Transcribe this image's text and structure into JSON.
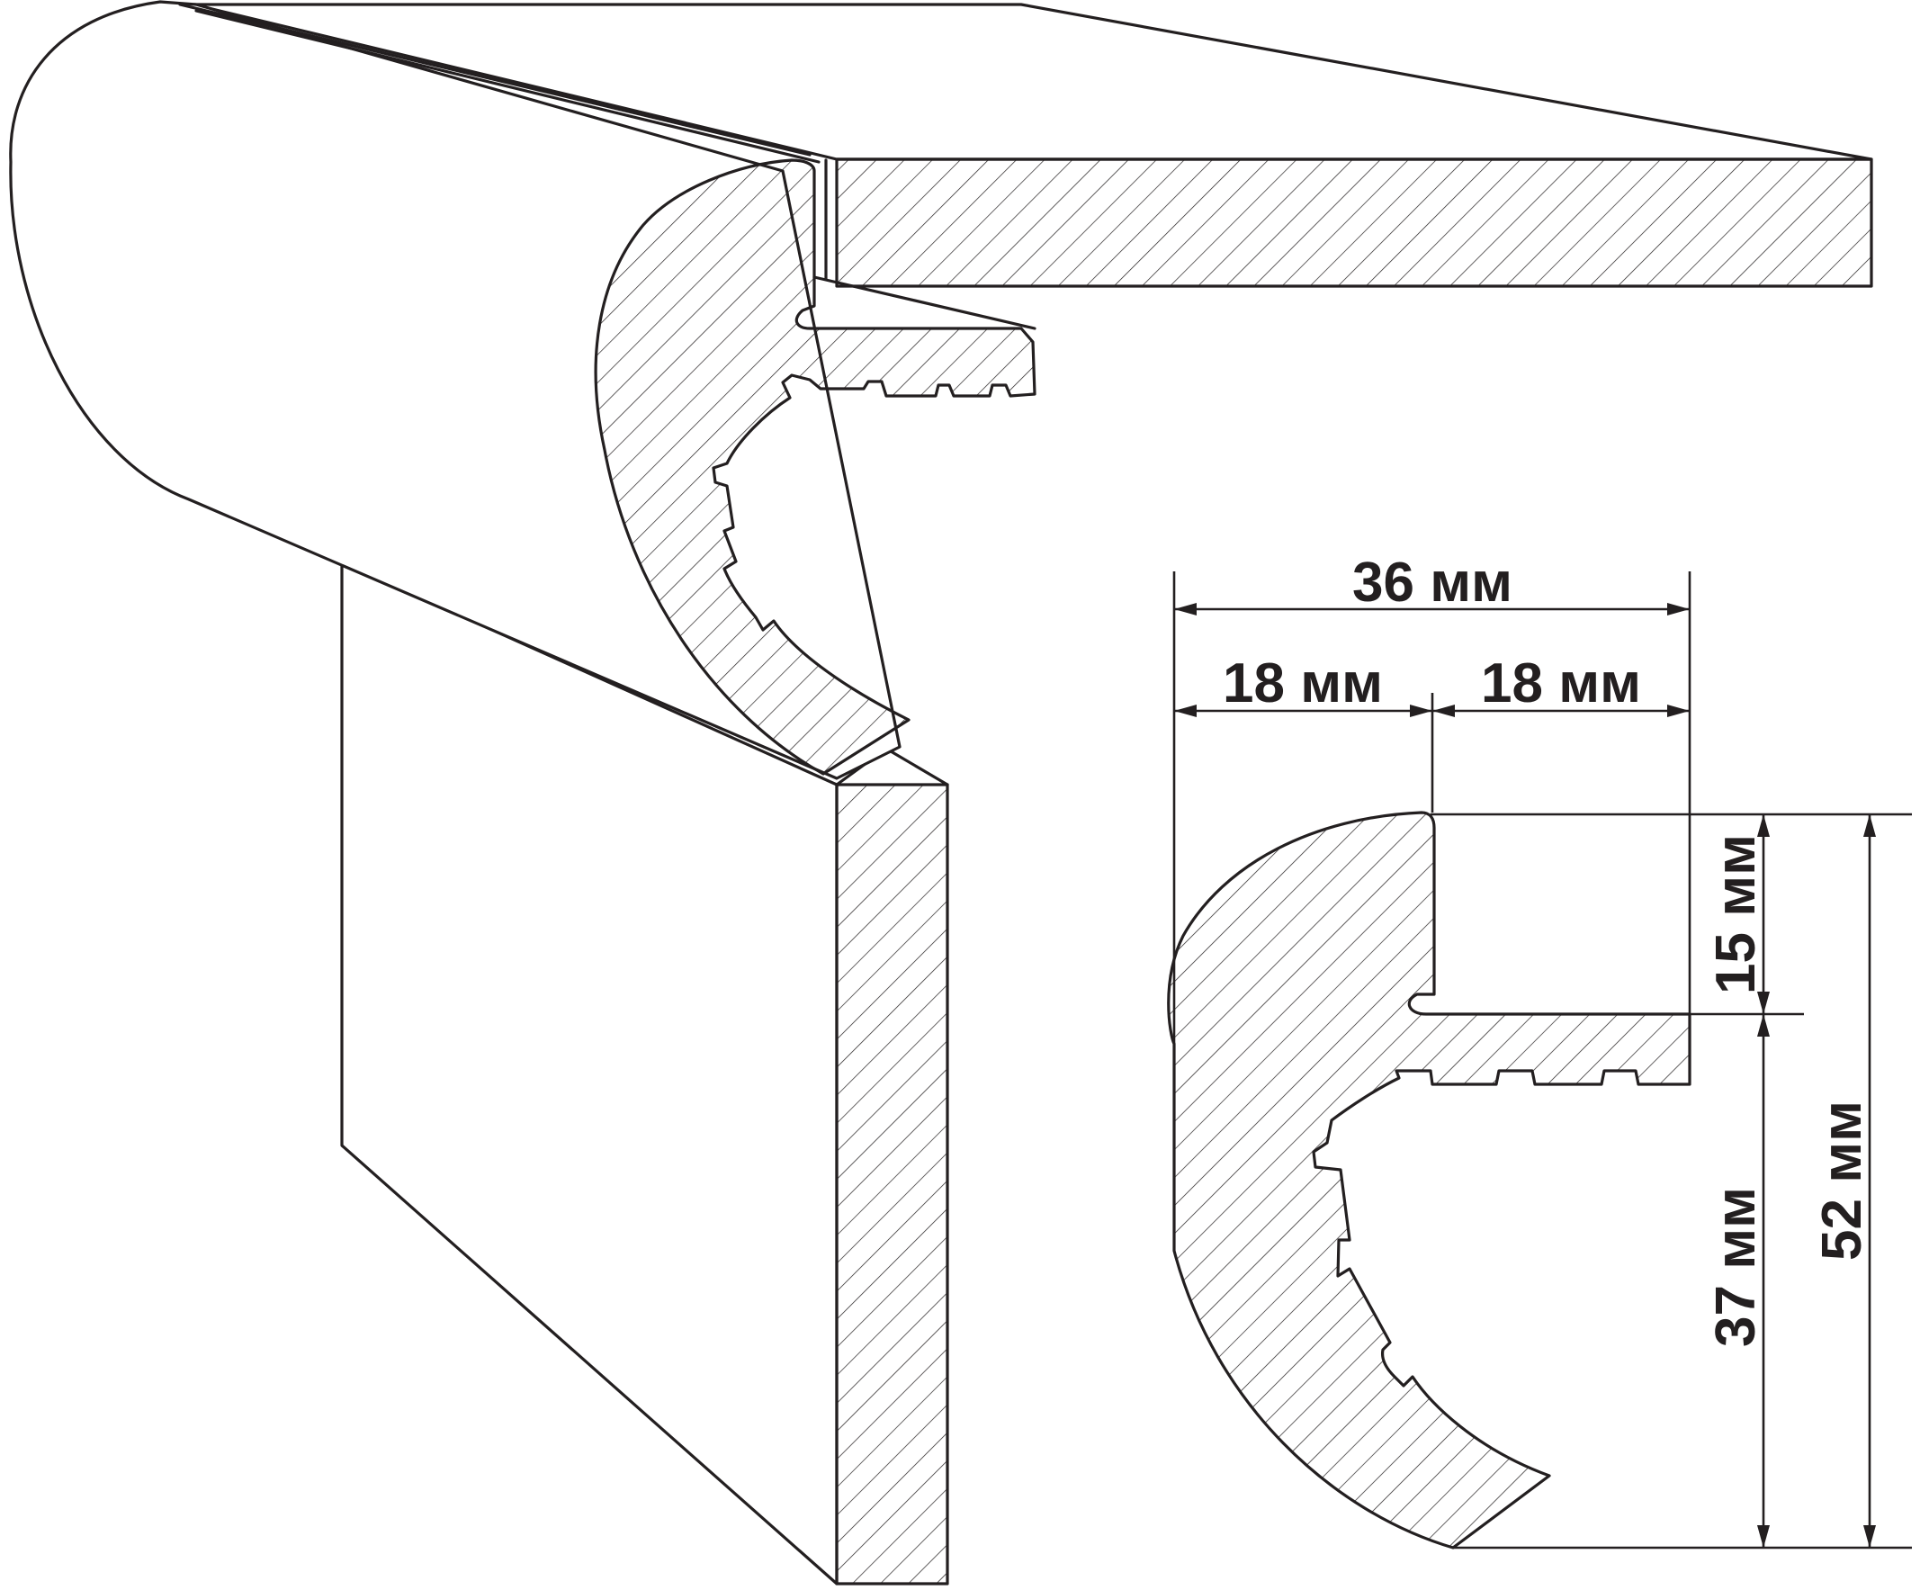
{
  "dimensions": {
    "total_width": "36 мм",
    "left_width": "18 мм",
    "right_width": "18 мм",
    "groove_height": "15 мм",
    "lower_height": "37 мм",
    "total_height": "52 мм"
  },
  "colors": {
    "line": "#231f20",
    "background": "#ffffff",
    "hatch": "#231f20"
  }
}
